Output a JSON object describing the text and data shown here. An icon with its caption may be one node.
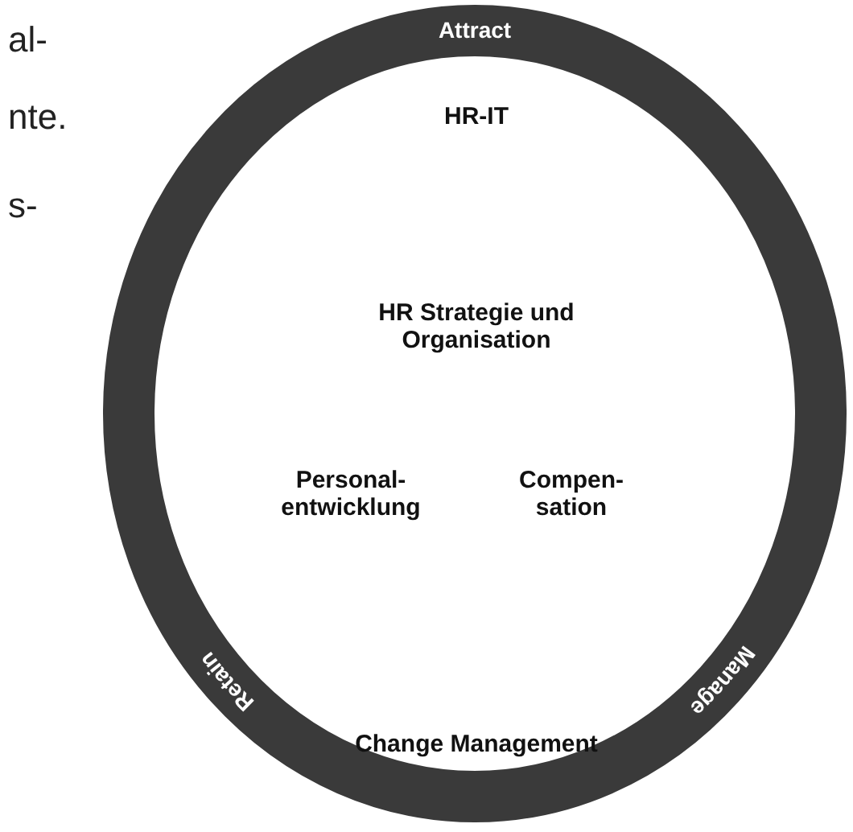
{
  "diagram": {
    "labels": [
      "al-",
      "nte.",
      "s-",
      "Attract",
      "HR-IT",
      "HR Strategie und Organisation",
      "Personal- entwicklung",
      "Compen- sation",
      "Retain",
      "Manage",
      "Change Management"
    ]
  }
}
